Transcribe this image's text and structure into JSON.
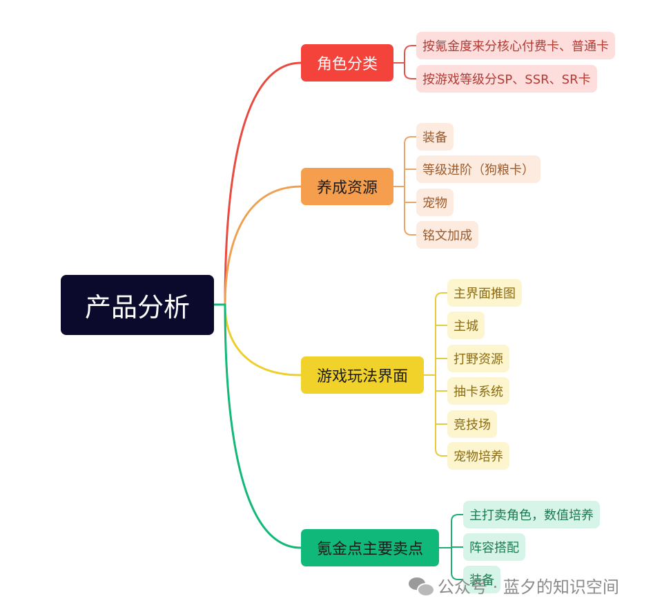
{
  "root": {
    "label": "产品分析"
  },
  "branches": [
    {
      "label": "角色分类",
      "color": "#f4433b",
      "leaves": [
        "按氪金度来分核心付费卡、普通卡",
        "按游戏等级分SP、SSR、SR卡"
      ]
    },
    {
      "label": "养成资源",
      "color": "#f59e4d",
      "leaves": [
        "装备",
        "等级进阶（狗粮卡）",
        "宠物",
        "铭文加成"
      ]
    },
    {
      "label": "游戏玩法界面",
      "color": "#f1d22a",
      "leaves": [
        "主界面推图",
        "主城",
        "打野资源",
        "抽卡系统",
        "竞技场",
        "宠物培养"
      ]
    },
    {
      "label": "氪金点主要卖点",
      "color": "#10b87a",
      "leaves": [
        "主打卖角色，数值培养",
        "阵容搭配",
        "装备"
      ]
    }
  ],
  "watermark": {
    "text": "公众号 · 蓝夕的知识空间",
    "icon": "wechat-icon"
  }
}
